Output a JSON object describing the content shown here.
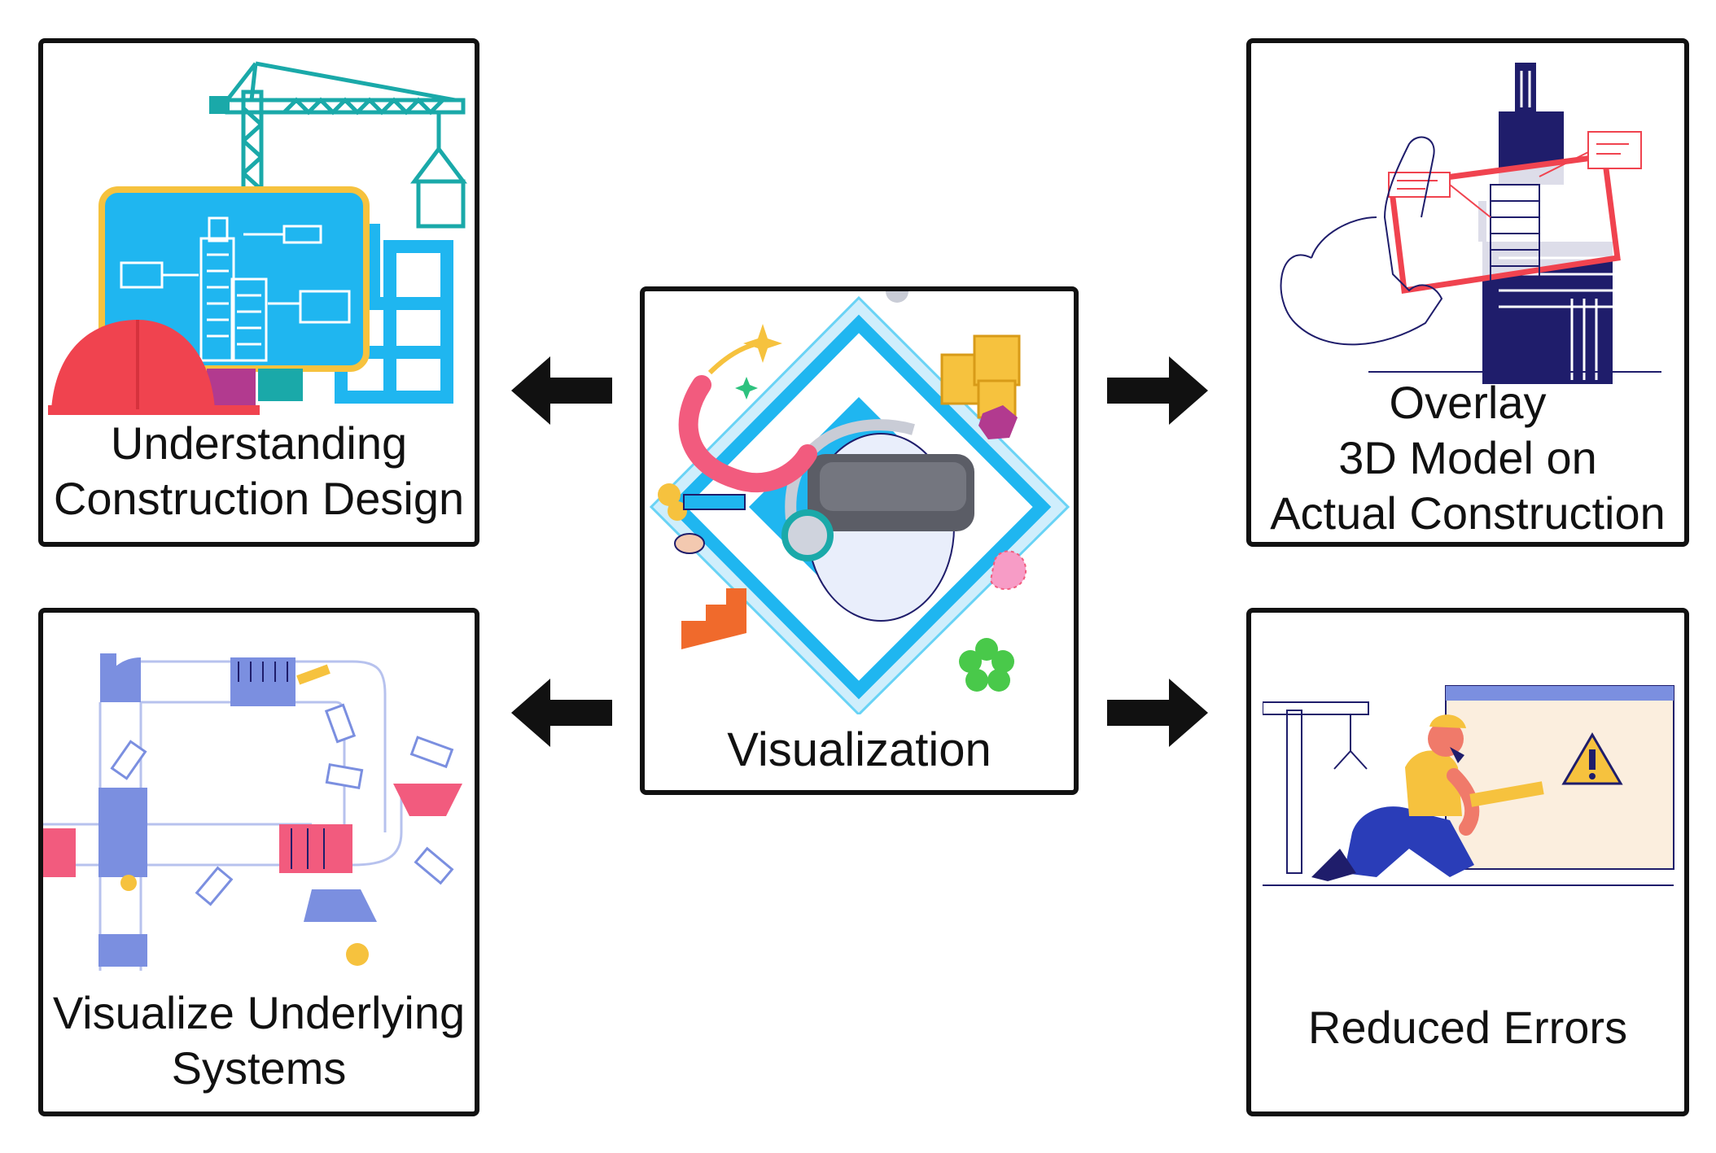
{
  "center": {
    "label": "Visualization"
  },
  "panels": {
    "top_left": {
      "label": "Understanding\nConstruction Design"
    },
    "top_right": {
      "label": "Overlay\n3D Model on\nActual Construction"
    },
    "bottom_left": {
      "label": "Visualize Underlying\nSystems"
    },
    "bottom_right": {
      "label": "Reduced Errors"
    }
  },
  "arrows": [
    {
      "direction": "left",
      "target": "top_left"
    },
    {
      "direction": "right",
      "target": "top_right"
    },
    {
      "direction": "left",
      "target": "bottom_left"
    },
    {
      "direction": "right",
      "target": "bottom_right"
    }
  ],
  "colors": {
    "border": "#111111",
    "cyan": "#1fb6f0",
    "teal": "#1aa9a9",
    "navy": "#1f1d6b",
    "red": "#f0434f",
    "pink": "#f25b7e",
    "periwinkle": "#7b8fe0",
    "yellow": "#f6c23e",
    "purple": "#b23a8f"
  },
  "icons": {
    "top_left": "construction-design-illustration",
    "top_right": "ar-overlay-illustration",
    "bottom_left": "pipe-systems-illustration",
    "bottom_right": "worker-warning-illustration",
    "center": "vr-headset-illustration"
  }
}
